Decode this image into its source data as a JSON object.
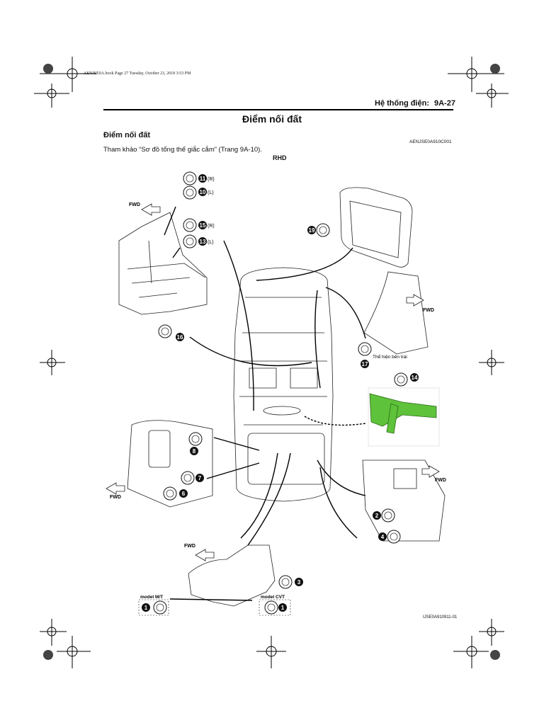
{
  "header": {
    "book_line": "AENJSE0A.book  Page 27  Tuesday, October 23, 2018  3:53 PM",
    "section": "Hệ thống điện:",
    "page": "9A-27"
  },
  "title": "Điểm nối đất",
  "subtitle": "Điểm nối đất",
  "code": "AENJSE0A910C001",
  "reference": "Tham khảo “Sơ đồ tổng thể giắc cắm” (Trang 9A-10).",
  "variant": "RHD",
  "figure_id": "IJSE0A910911-01",
  "callouts": [
    {
      "num": "11",
      "side": "(R)"
    },
    {
      "num": "10",
      "side": "(L)"
    },
    {
      "num": "15",
      "side": "(R)"
    },
    {
      "num": "13",
      "side": "(L)"
    },
    {
      "num": "19",
      "side": ""
    },
    {
      "num": "16",
      "side": ""
    },
    {
      "num": "17",
      "side": ""
    },
    {
      "num": "14",
      "side": ""
    },
    {
      "num": "8",
      "side": ""
    },
    {
      "num": "7",
      "side": ""
    },
    {
      "num": "6",
      "side": ""
    },
    {
      "num": "2",
      "side": ""
    },
    {
      "num": "4",
      "side": ""
    },
    {
      "num": "3",
      "side": ""
    },
    {
      "num": "1",
      "side": ""
    },
    {
      "num": "1",
      "side": ""
    }
  ],
  "labels": {
    "fwd": "FWD",
    "left_shown": "Thể hiện bên trái",
    "model_mt": "model M/T",
    "model_cvt": "model CVT"
  },
  "colors": {
    "highlight": "#5ec23a",
    "ink": "#111111"
  }
}
